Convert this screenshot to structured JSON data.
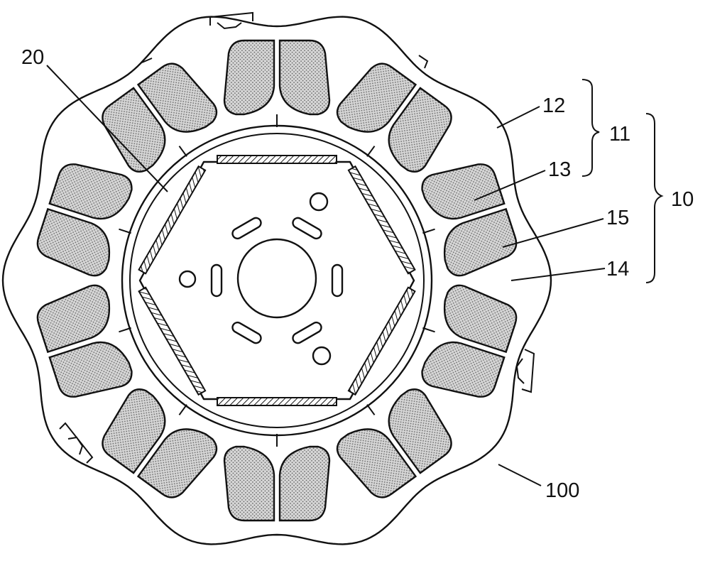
{
  "labels": {
    "rotor": "20",
    "yoke": "12",
    "stator_core": "11",
    "tooth": "13",
    "stator": "10",
    "winding": "15",
    "insulator": "14",
    "motor": "100"
  },
  "colors": {
    "stroke": "#111111",
    "background": "#ffffff",
    "coil_fill": "#d6d6d6",
    "coil_dots": "#6b6b6b"
  }
}
